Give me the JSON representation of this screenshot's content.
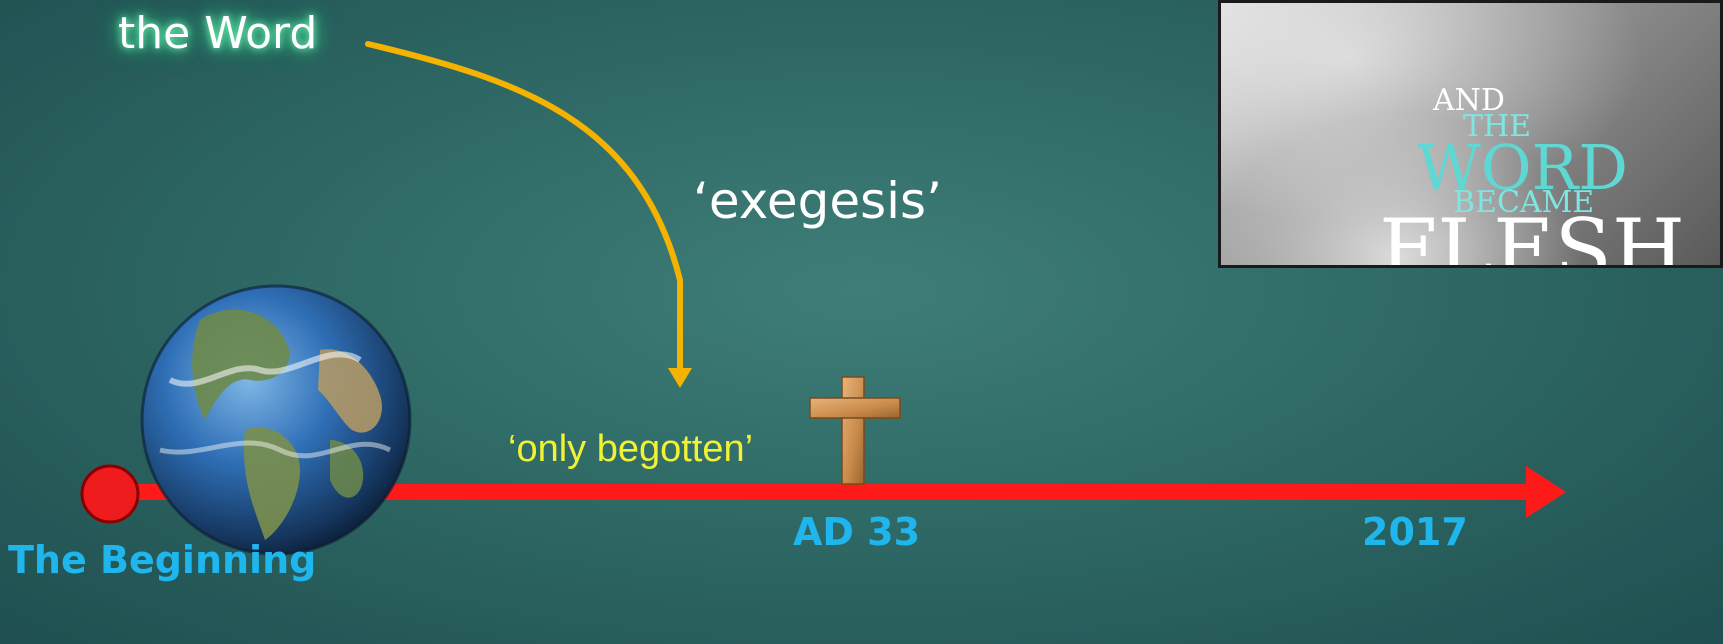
{
  "labels": {
    "the_word": "the Word",
    "exegesis": "‘exegesis’",
    "only_begotten": "‘only begotten’",
    "the_beginning": "The Beginning",
    "ad33": "AD 33",
    "year_2017": "2017"
  },
  "poster": {
    "line1": "AND",
    "line2": "THE",
    "line3": "WORD",
    "line4": "BECAME",
    "line5": "FLESH"
  },
  "icons": [
    "earth-globe-icon",
    "wooden-cross-icon",
    "curved-arrow-icon",
    "timeline-arrow"
  ],
  "colors": {
    "background": "#2f6a66",
    "timeline": "#ff1a1a",
    "curved_arrow": "#f5b300",
    "timeline_labels": "#1fb6ee",
    "only_begotten": "#f2f234"
  }
}
